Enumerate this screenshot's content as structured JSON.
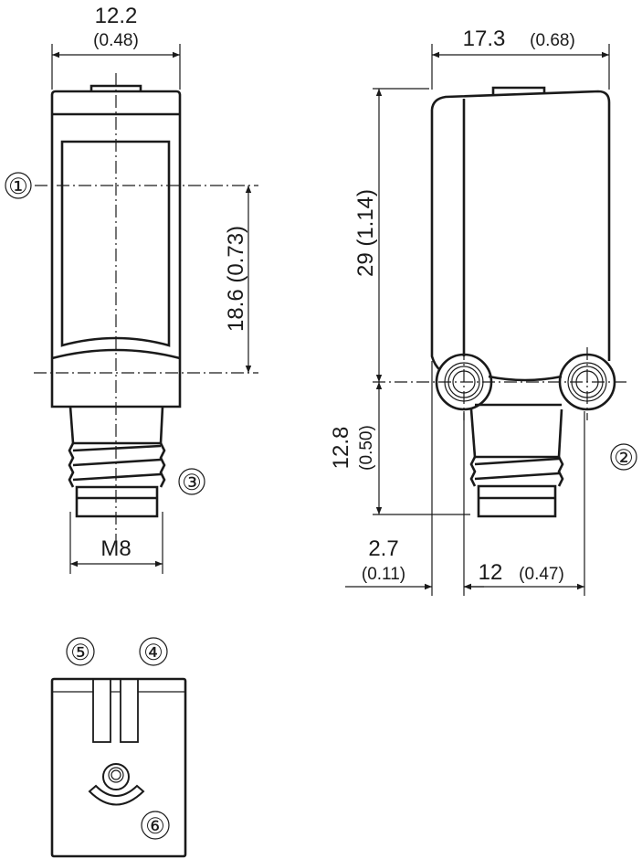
{
  "dimensions": {
    "front_width_mm": "12.2",
    "front_width_in": "(0.48)",
    "front_height_mm_in": "18.6 (0.73)",
    "thread": "M8",
    "side_width_mm": "17.3",
    "side_width_in": "(0.68)",
    "side_height_mm_in": "29 (1.14)",
    "connector_height_mm": "12.8",
    "connector_height_in": "(0.50)",
    "offset_mm": "2.7",
    "offset_in": "(0.11)",
    "connector_pos_mm": "12",
    "connector_pos_in": "(0.47)"
  },
  "callouts": [
    "①",
    "②",
    "③",
    "④",
    "⑤",
    "⑥"
  ]
}
